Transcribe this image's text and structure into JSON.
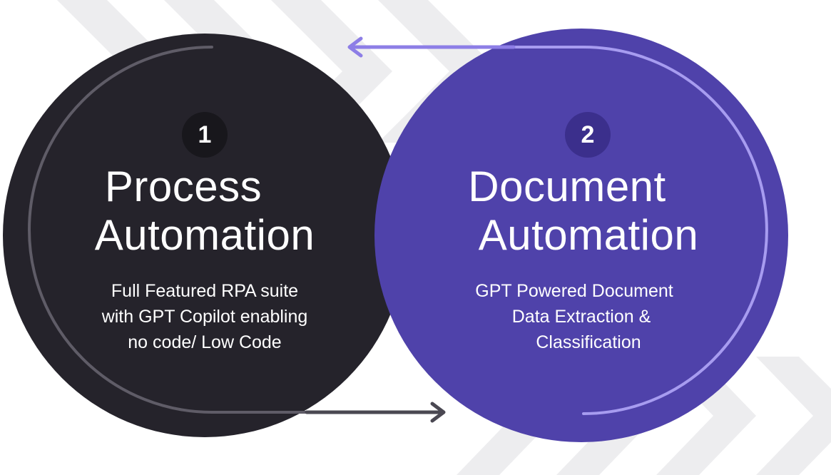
{
  "steps": [
    {
      "number": "1",
      "title_line1": "Process",
      "title_line2": "Automation",
      "desc_line1": "Full Featured RPA suite",
      "desc_line2": "with GPT Copilot enabling",
      "desc_line3": "no code/ Low Code",
      "fill_color": "#25232b",
      "badge_color": "#18171c",
      "ring_color": "#6b6873"
    },
    {
      "number": "2",
      "title_line1": "Document",
      "title_line2": "Automation",
      "desc_line1": "GPT Powered Document",
      "desc_line2": "Data Extraction &",
      "desc_line3": "Classification",
      "fill_color": "#4f42aa",
      "badge_color": "#3b2f8c",
      "ring_color": "#a79cf0"
    }
  ],
  "colors": {
    "background": "#ffffff",
    "chevron": "#ececee",
    "arrow_top": "#8d7ee6",
    "arrow_bottom": "#4a4852"
  },
  "icons": {
    "top_arrow": "arrow-left-icon",
    "bottom_arrow": "arrow-right-icon"
  }
}
